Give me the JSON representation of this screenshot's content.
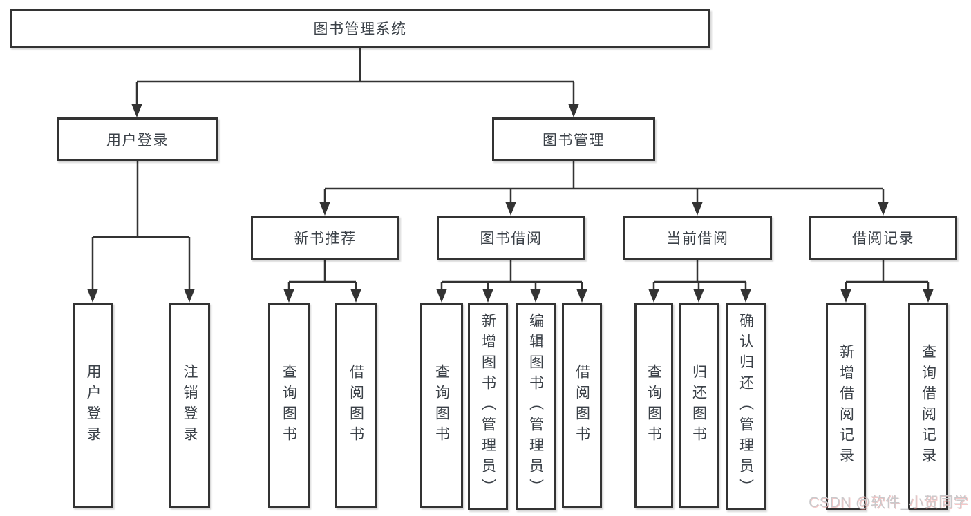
{
  "diagram": {
    "root": {
      "label": "图书管理系统"
    },
    "branches": [
      {
        "label": "用户登录",
        "children": [
          {
            "label": "用户登录"
          },
          {
            "label": "注销登录"
          }
        ]
      },
      {
        "label": "图书管理",
        "children": [
          {
            "label": "新书推荐",
            "children": [
              {
                "label": "查询图书"
              },
              {
                "label": "借阅图书"
              }
            ]
          },
          {
            "label": "图书借阅",
            "children": [
              {
                "label": "查询图书"
              },
              {
                "label": "新增图书（管理员）"
              },
              {
                "label": "编辑图书（管理员）"
              },
              {
                "label": "借阅图书"
              }
            ]
          },
          {
            "label": "当前借阅",
            "children": [
              {
                "label": "查询图书"
              },
              {
                "label": "归还图书"
              },
              {
                "label": "确认归还（管理员）"
              }
            ]
          },
          {
            "label": "借阅记录",
            "children": [
              {
                "label": "新增借阅记录"
              },
              {
                "label": "查询借阅记录"
              }
            ]
          }
        ]
      }
    ]
  },
  "watermark": {
    "text": "CSDN @软件_小贺同学"
  },
  "colors": {
    "line": "#333333",
    "box_border": "#333333",
    "text": "#3b4148",
    "background": "#ffffff",
    "watermark": "#c9c9cb"
  }
}
